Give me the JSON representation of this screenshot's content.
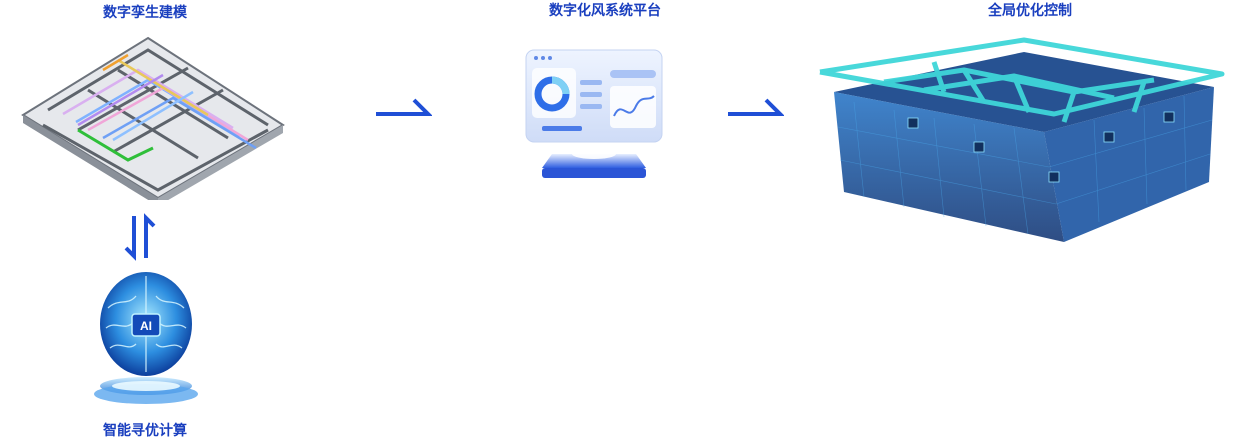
{
  "steps": {
    "digital_twin": {
      "label": "数字孪生建模"
    },
    "platform": {
      "label": "数字化风系统平台"
    },
    "global_control": {
      "label": "全局优化控制"
    },
    "ai_compute": {
      "label": "智能寻优计算",
      "chip_text": "AI"
    }
  },
  "colors": {
    "accent": "#1a3fbf",
    "arrow": "#1f4fd6",
    "cyan": "#3fd6d9",
    "deep_blue": "#0b4f9c"
  },
  "icons": [
    "building-model-icon",
    "platform-dashboard-icon",
    "duct-network-icon",
    "ai-brain-icon",
    "right-arrow-icon",
    "bidirectional-arrow-icon"
  ]
}
